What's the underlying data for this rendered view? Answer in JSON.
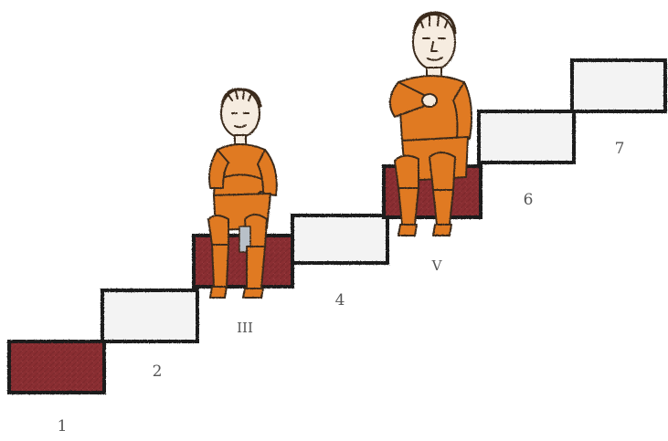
{
  "colors": {
    "background": "#ffffff",
    "step_outline": "#1a1a1a",
    "step_empty": "#f3f3f3",
    "step_filled": "#8a2e32",
    "figure_orange": "#e07a22",
    "figure_outline": "#3a2a1a",
    "skin": "#f6ece0",
    "label": "#555555"
  },
  "staircase": {
    "steps": [
      {
        "label": "1",
        "filled": true,
        "occupied": false
      },
      {
        "label": "2",
        "filled": false,
        "occupied": false
      },
      {
        "label": "III",
        "filled": true,
        "occupied": true,
        "figure": "child-figure"
      },
      {
        "label": "4",
        "filled": false,
        "occupied": false
      },
      {
        "label": "V",
        "filled": true,
        "occupied": true,
        "figure": "adult-figure"
      },
      {
        "label": "6",
        "filled": false,
        "occupied": false
      },
      {
        "label": "7",
        "filled": false,
        "occupied": false
      }
    ]
  },
  "figures": {
    "child": {
      "icon": "seated-child-figure-icon"
    },
    "adult": {
      "icon": "seated-adult-figure-icon"
    }
  }
}
